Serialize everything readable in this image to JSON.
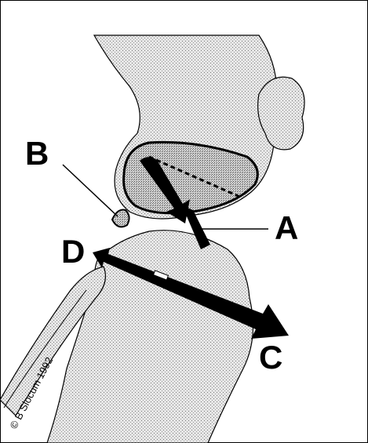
{
  "figure": {
    "labels": {
      "a": "A",
      "b": "B",
      "c": "C",
      "d": "D"
    },
    "copyright": "© B Slocum 1992"
  },
  "colors": {
    "ink": "#000000",
    "bone_fill": "#d9d9d9",
    "bone_fill_dark": "#bdbdbd",
    "background": "#ffffff"
  }
}
